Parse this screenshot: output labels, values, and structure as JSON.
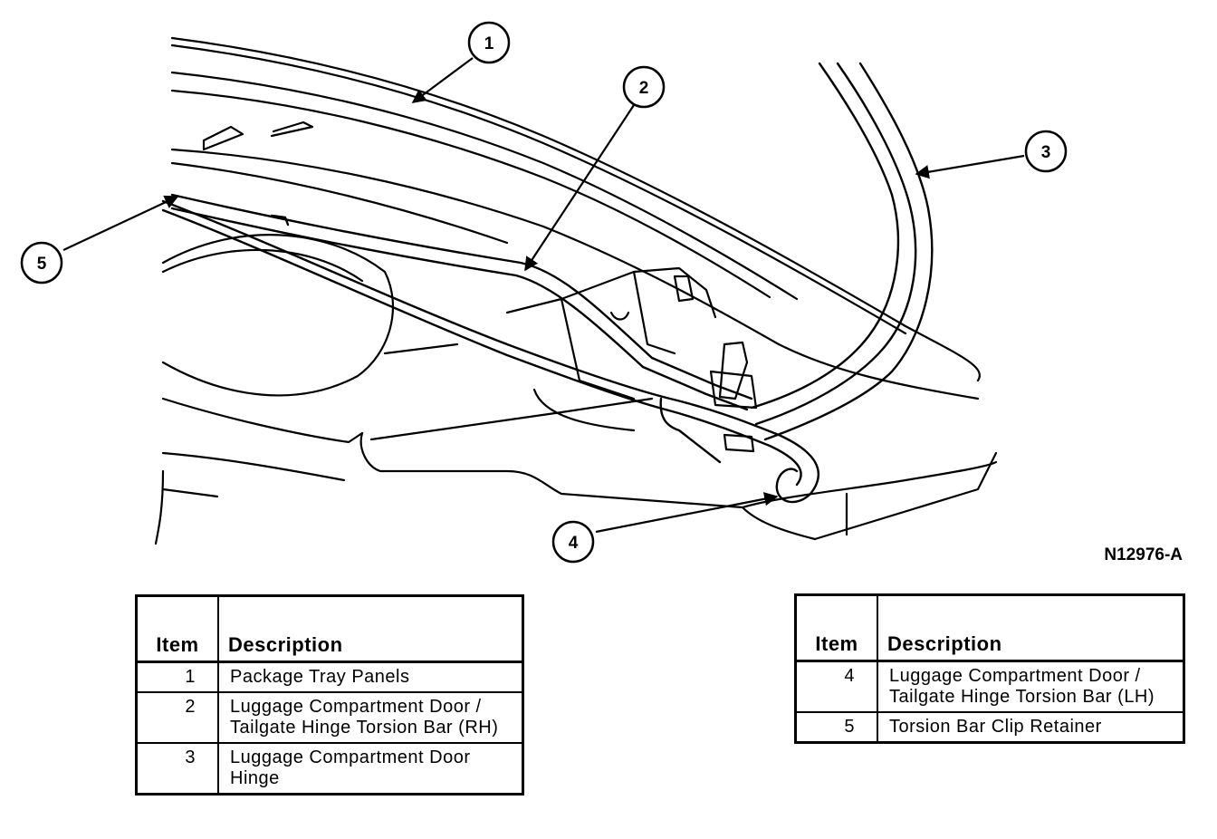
{
  "callouts": [
    "1",
    "2",
    "3",
    "4",
    "5"
  ],
  "figure_id": "N12976-A",
  "legend_left": {
    "headers": {
      "item": "Item",
      "description": "Description"
    },
    "rows": [
      {
        "item": "1",
        "description": "Package Tray Panels"
      },
      {
        "item": "2",
        "description": "Luggage Compartment Door / Tailgate Hinge Torsion Bar (RH)"
      },
      {
        "item": "3",
        "description": "Luggage Compartment Door Hinge"
      }
    ]
  },
  "legend_right": {
    "headers": {
      "item": "Item",
      "description": "Description"
    },
    "rows": [
      {
        "item": "4",
        "description": "Luggage Compartment Door / Tailgate Hinge Torsion Bar (LH)"
      },
      {
        "item": "5",
        "description": "Torsion Bar Clip Retainer"
      }
    ]
  }
}
